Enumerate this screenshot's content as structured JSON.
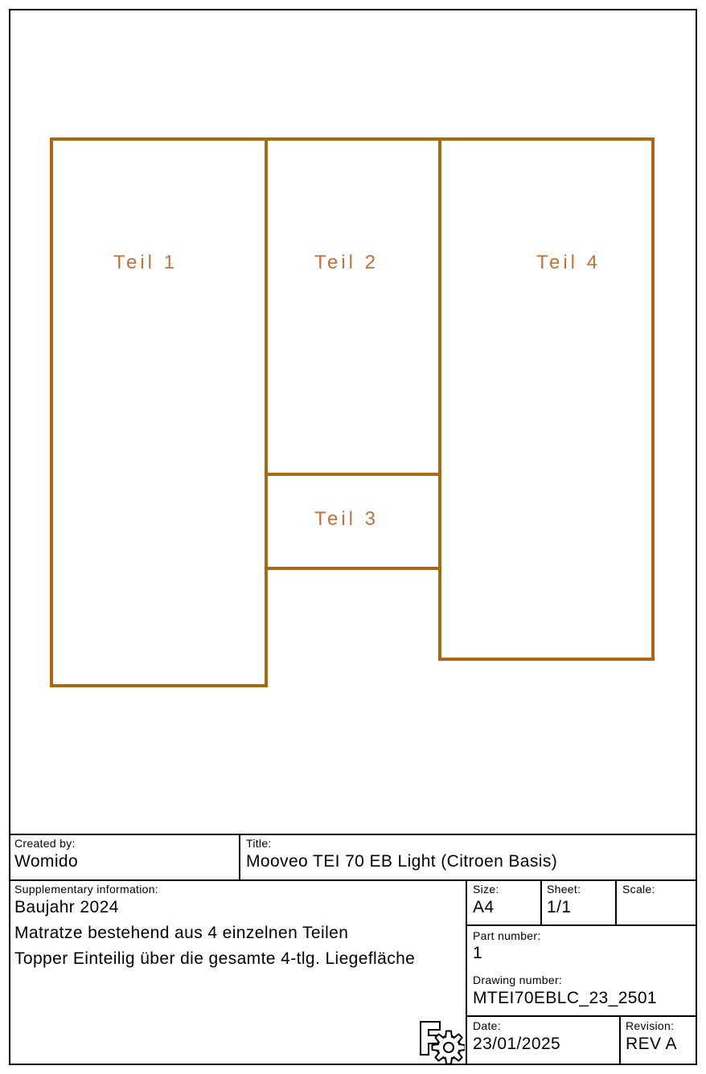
{
  "drawing": {
    "line_color": "#a96913",
    "label_color": "#c47039",
    "parts": [
      {
        "label": "Teil 1"
      },
      {
        "label": "Teil 2"
      },
      {
        "label": "Teil 3"
      },
      {
        "label": "Teil 4"
      }
    ]
  },
  "title_block": {
    "created_by": {
      "label": "Created by:",
      "value": "Womido"
    },
    "title": {
      "label": "Title:",
      "value": "Mooveo TEI 70 EB Light (Citroen Basis)"
    },
    "supplementary": {
      "label": "Supplementary information:",
      "lines": [
        "Baujahr 2024",
        "Matratze bestehend aus 4 einzelnen Teilen",
        "Topper Einteilig über die gesamte 4-tlg. Liegefläche"
      ]
    },
    "size": {
      "label": "Size:",
      "value": "A4"
    },
    "sheet": {
      "label": "Sheet:",
      "value": "1/1"
    },
    "scale": {
      "label": "Scale:",
      "value": ""
    },
    "part_number": {
      "label": "Part number:",
      "value": "1"
    },
    "drawing_number": {
      "label": "Drawing number:",
      "value": "MTEI70EBLC_23_2501"
    },
    "date": {
      "label": "Date:",
      "value": "23/01/2025"
    },
    "revision": {
      "label": "Revision:",
      "value": "REV A"
    }
  },
  "logo": {
    "name": "freecad-logo"
  }
}
